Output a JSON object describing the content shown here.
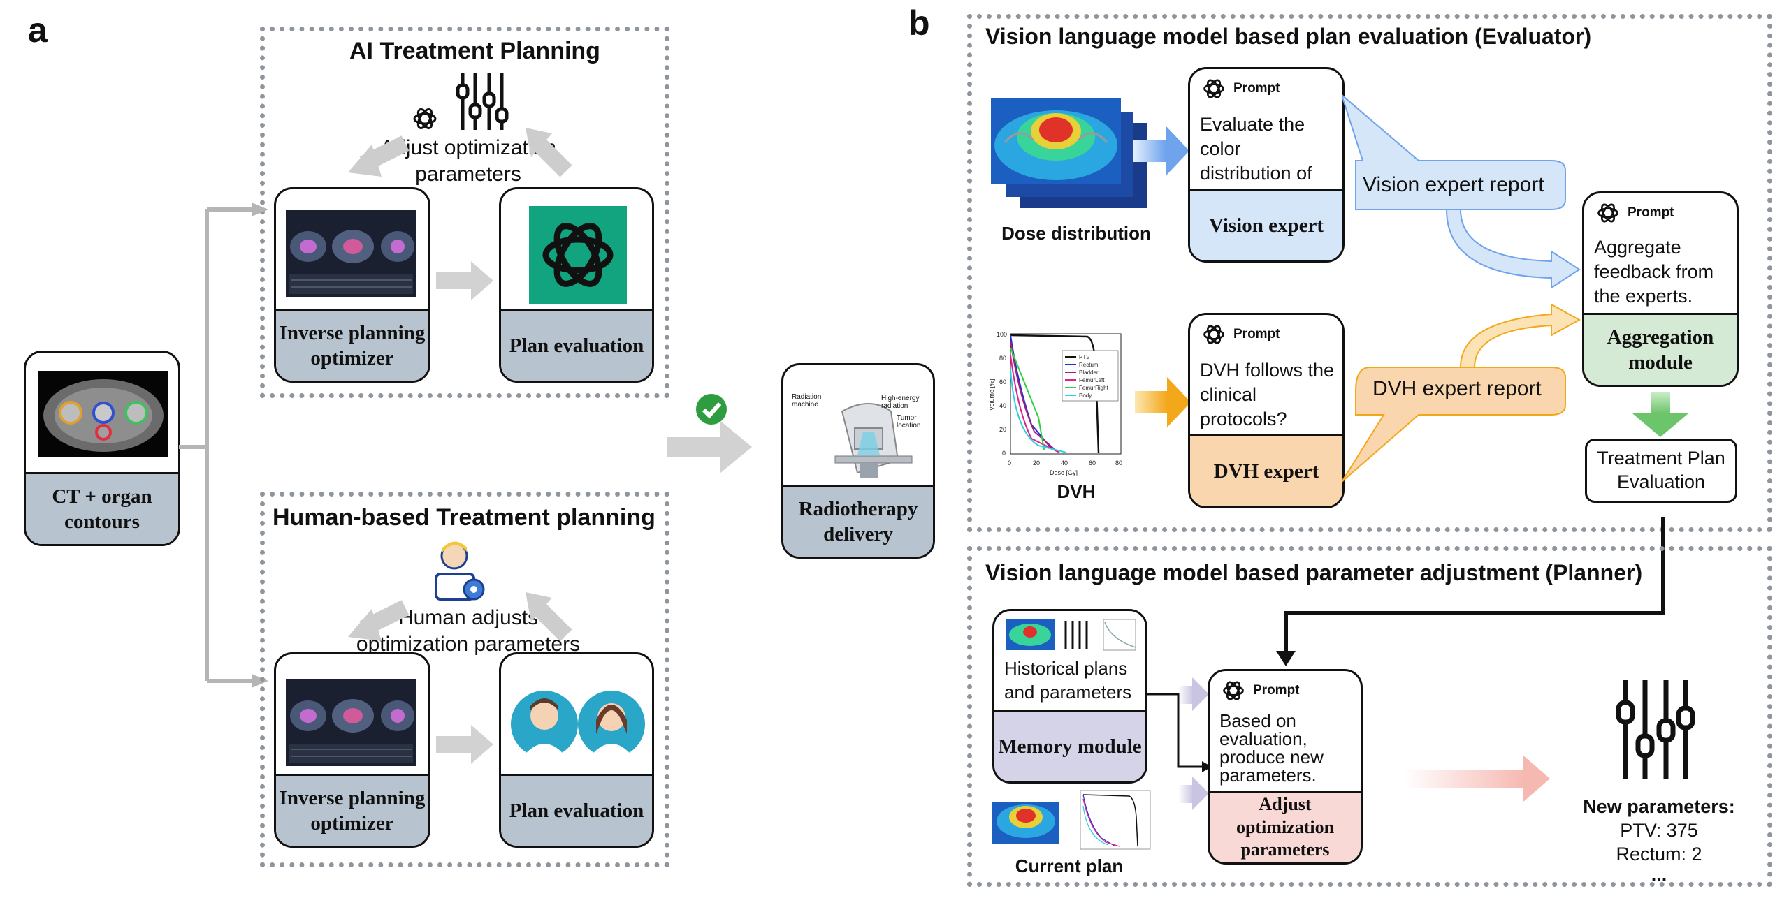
{
  "panel_a": {
    "letter": "a",
    "ai_planning": {
      "title": "AI Treatment Planning",
      "adjust_label": "Adjust optimization parameters",
      "optimizer_label": "Inverse planning optimizer",
      "evaluation_label": "Plan evaluation"
    },
    "human_planning": {
      "title": "Human-based Treatment planning",
      "adjust_label": "Human adjusts optimization parameters",
      "optimizer_label": "Inverse planning optimizer",
      "evaluation_label": "Plan evaluation"
    },
    "ct_label": "CT + organ contours",
    "delivery_label": "Radiotherapy delivery",
    "machine_labels": {
      "machine": "Radiation machine",
      "radiation": "High-energy radiation",
      "tumor": "Tumor location"
    }
  },
  "panel_b": {
    "letter": "b",
    "evaluator": {
      "title": "Vision language model based plan evaluation (Evaluator)",
      "dose_label": "Dose distribution",
      "dvh_label": "DVH",
      "prompt_label": "Prompt",
      "vision_prompt": "Evaluate the color distribution of the image.",
      "vision_expert": "Vision expert",
      "vision_report": "Vision expert report",
      "dvh_prompt": "DVH follows the clinical protocols?",
      "dvh_expert": "DVH expert",
      "dvh_report": "DVH expert report",
      "aggregate_prompt": "Aggregate feedback from the experts.",
      "aggregation_module": "Aggregation module",
      "treatment_plan_evaluation": "Treatment Plan Evaluation",
      "dvh_chart": {
        "y_axis_label": "Volume [%]",
        "x_axis_label": "Dose [Gy]",
        "y_ticks": [
          "100",
          "80",
          "60",
          "40",
          "20",
          "0"
        ],
        "x_ticks": [
          "0",
          "20",
          "40",
          "60",
          "80"
        ],
        "legend": [
          "PTV",
          "Rectum",
          "Bladder",
          "FemurLeft",
          "FemurRight",
          "Body"
        ],
        "colors": [
          "#111111",
          "#1f2fd0",
          "#a0207f",
          "#e0208f",
          "#2fcf3f",
          "#2fd0e0"
        ]
      }
    },
    "planner": {
      "title": "Vision language model based parameter adjustment (Planner)",
      "historical_text": "Historical plans and parameters",
      "memory_module": "Memory module",
      "current_plan": "Current plan",
      "prompt_label": "Prompt",
      "planner_prompt": "Based on evaluation, produce new parameters.",
      "adjust_module": "Adjust optimization parameters",
      "new_params_title": "New parameters:",
      "params": [
        "PTV: 375",
        "Rectum: 2",
        "..."
      ]
    }
  },
  "colors": {
    "gray_panel": "#b7c3ce",
    "blue_panel": "#d4e6f8",
    "orange_panel": "#f9d6ad",
    "green_panel": "#d5ead5",
    "purple_panel": "#d5d3e8",
    "pink_panel": "#f8d9d6",
    "openai_green": "#12a37f",
    "check_green": "#2e9d3f"
  }
}
